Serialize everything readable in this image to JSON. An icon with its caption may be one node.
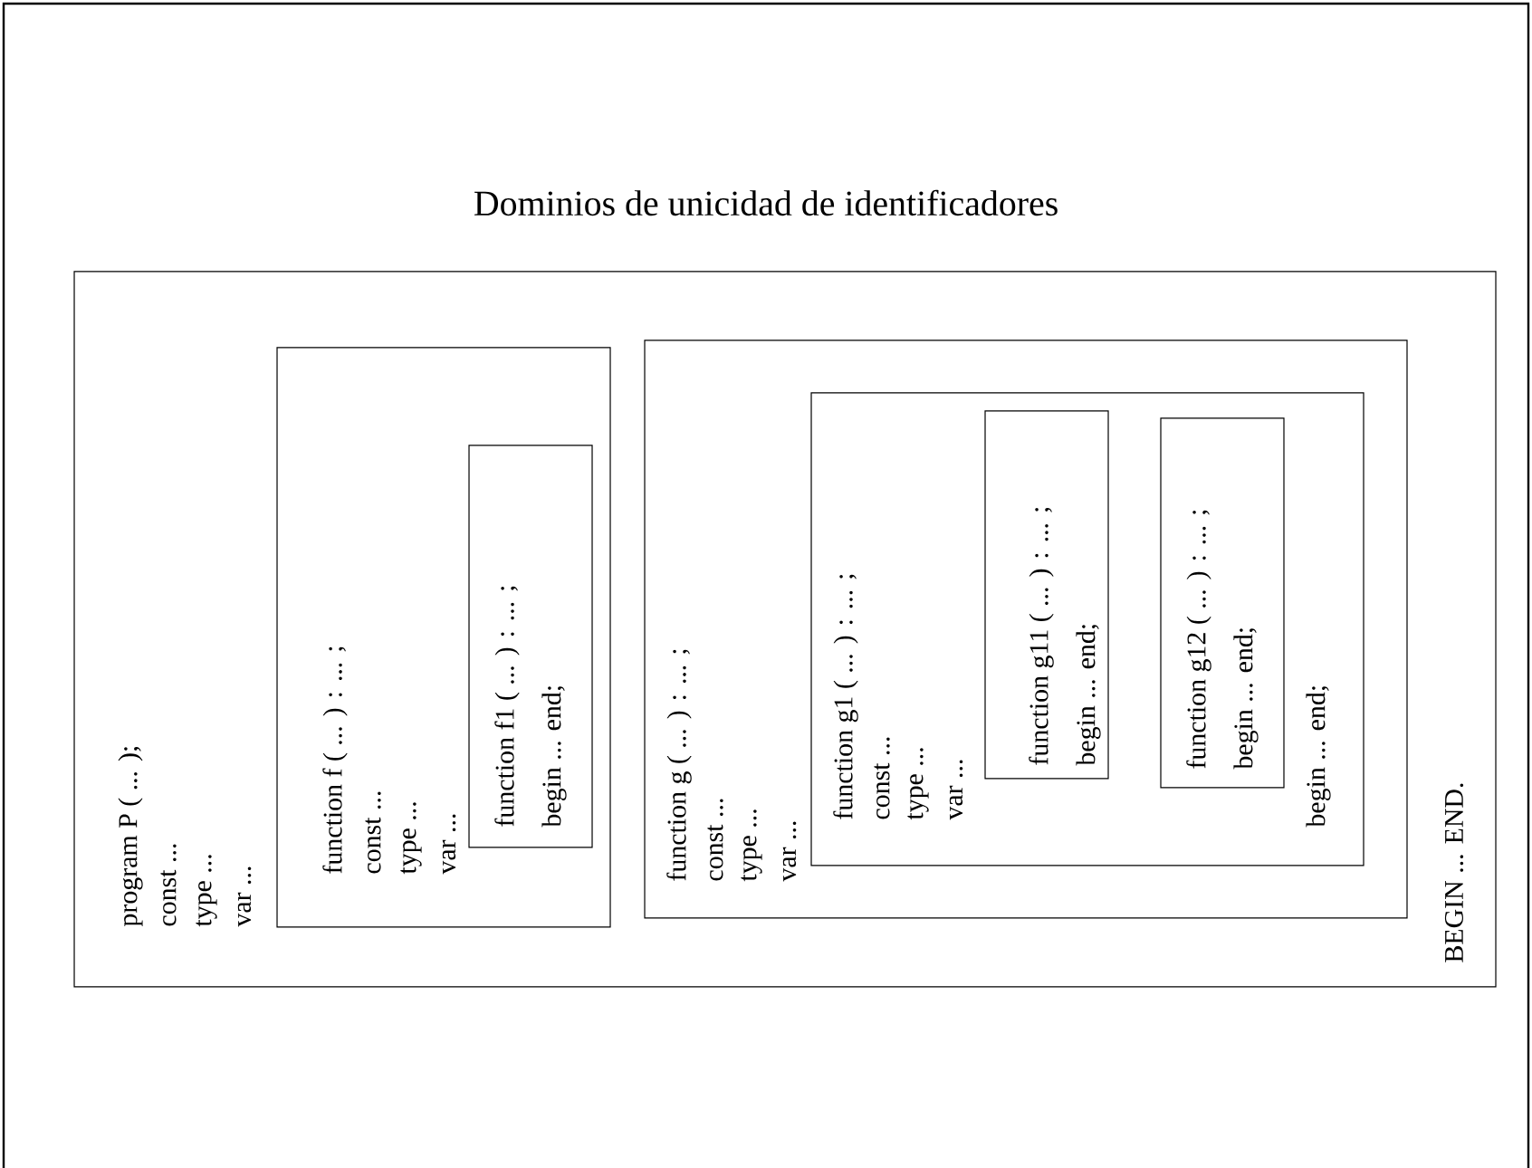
{
  "diagram": {
    "title": "Dominios de unicidad de identificadores",
    "nodes": [
      {
        "text": [
          "program P ( ... );",
          "const ...",
          "type ...",
          "var ...",
          "BEGIN ... END."
        ]
      },
      {
        "text": [
          "function f  ( ... ) : ... ;",
          "const ...",
          "type ...",
          "var ..."
        ],
        "in": 0
      },
      {
        "text": [
          "function f1 ( ... ) : ... ;",
          "begin ... end;"
        ],
        "in": 1
      },
      {
        "text": [
          "function g  ( ... ) : ... ;",
          "const ...",
          "type ...",
          "var ..."
        ],
        "in": 0
      },
      {
        "text": [
          "function g1 ( ... ) : ... ;",
          "const ...",
          "type ...",
          "var ...",
          "begin ... end;"
        ],
        "in": 3
      },
      {
        "text": [
          "function g11 ( ... ) : ... ;",
          "begin ... end;"
        ],
        "in": 4
      },
      {
        "text": [
          "function g12 ( ... ) : ... ;",
          "begin ... end;"
        ],
        "in": 4
      }
    ]
  }
}
